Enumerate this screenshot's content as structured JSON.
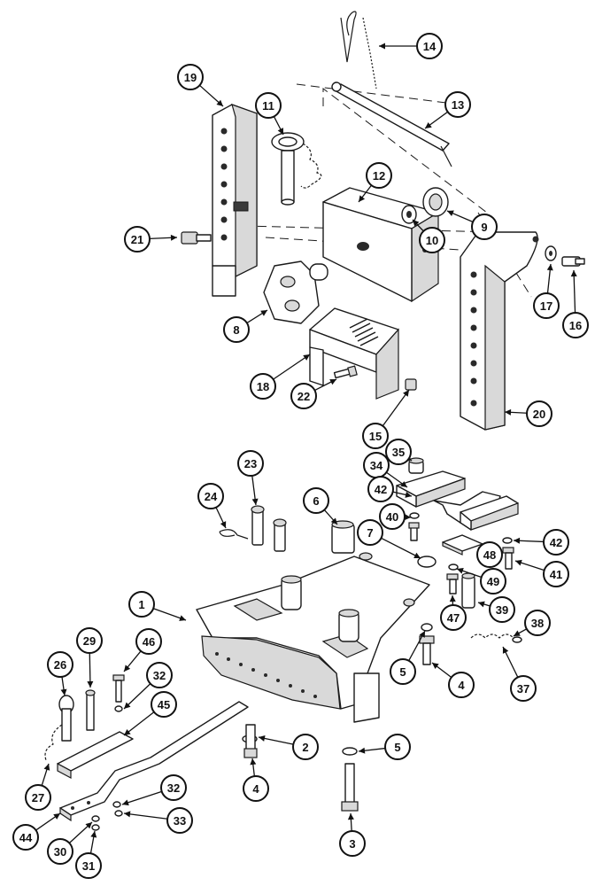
{
  "callouts": [
    {
      "id": "1",
      "label": "1"
    },
    {
      "id": "2",
      "label": "2"
    },
    {
      "id": "3",
      "label": "3"
    },
    {
      "id": "4a",
      "label": "4"
    },
    {
      "id": "4b",
      "label": "4"
    },
    {
      "id": "5a",
      "label": "5"
    },
    {
      "id": "5b",
      "label": "5"
    },
    {
      "id": "6",
      "label": "6"
    },
    {
      "id": "7",
      "label": "7"
    },
    {
      "id": "8",
      "label": "8"
    },
    {
      "id": "9",
      "label": "9"
    },
    {
      "id": "10",
      "label": "10"
    },
    {
      "id": "11",
      "label": "11"
    },
    {
      "id": "12",
      "label": "12"
    },
    {
      "id": "13",
      "label": "13"
    },
    {
      "id": "14",
      "label": "14"
    },
    {
      "id": "15",
      "label": "15"
    },
    {
      "id": "16",
      "label": "16"
    },
    {
      "id": "17",
      "label": "17"
    },
    {
      "id": "18",
      "label": "18"
    },
    {
      "id": "19",
      "label": "19"
    },
    {
      "id": "20",
      "label": "20"
    },
    {
      "id": "21",
      "label": "21"
    },
    {
      "id": "22",
      "label": "22"
    },
    {
      "id": "23",
      "label": "23"
    },
    {
      "id": "24",
      "label": "24"
    },
    {
      "id": "26",
      "label": "26"
    },
    {
      "id": "27",
      "label": "27"
    },
    {
      "id": "29",
      "label": "29"
    },
    {
      "id": "30",
      "label": "30"
    },
    {
      "id": "31",
      "label": "31"
    },
    {
      "id": "32a",
      "label": "32"
    },
    {
      "id": "32b",
      "label": "32"
    },
    {
      "id": "33",
      "label": "33"
    },
    {
      "id": "34",
      "label": "34"
    },
    {
      "id": "35",
      "label": "35"
    },
    {
      "id": "37",
      "label": "37"
    },
    {
      "id": "38",
      "label": "38"
    },
    {
      "id": "39",
      "label": "39"
    },
    {
      "id": "40",
      "label": "40"
    },
    {
      "id": "41",
      "label": "41"
    },
    {
      "id": "42a",
      "label": "42"
    },
    {
      "id": "42b",
      "label": "42"
    },
    {
      "id": "44",
      "label": "44"
    },
    {
      "id": "45",
      "label": "45"
    },
    {
      "id": "46",
      "label": "46"
    },
    {
      "id": "47",
      "label": "47"
    },
    {
      "id": "48",
      "label": "48"
    },
    {
      "id": "49",
      "label": "49"
    }
  ]
}
